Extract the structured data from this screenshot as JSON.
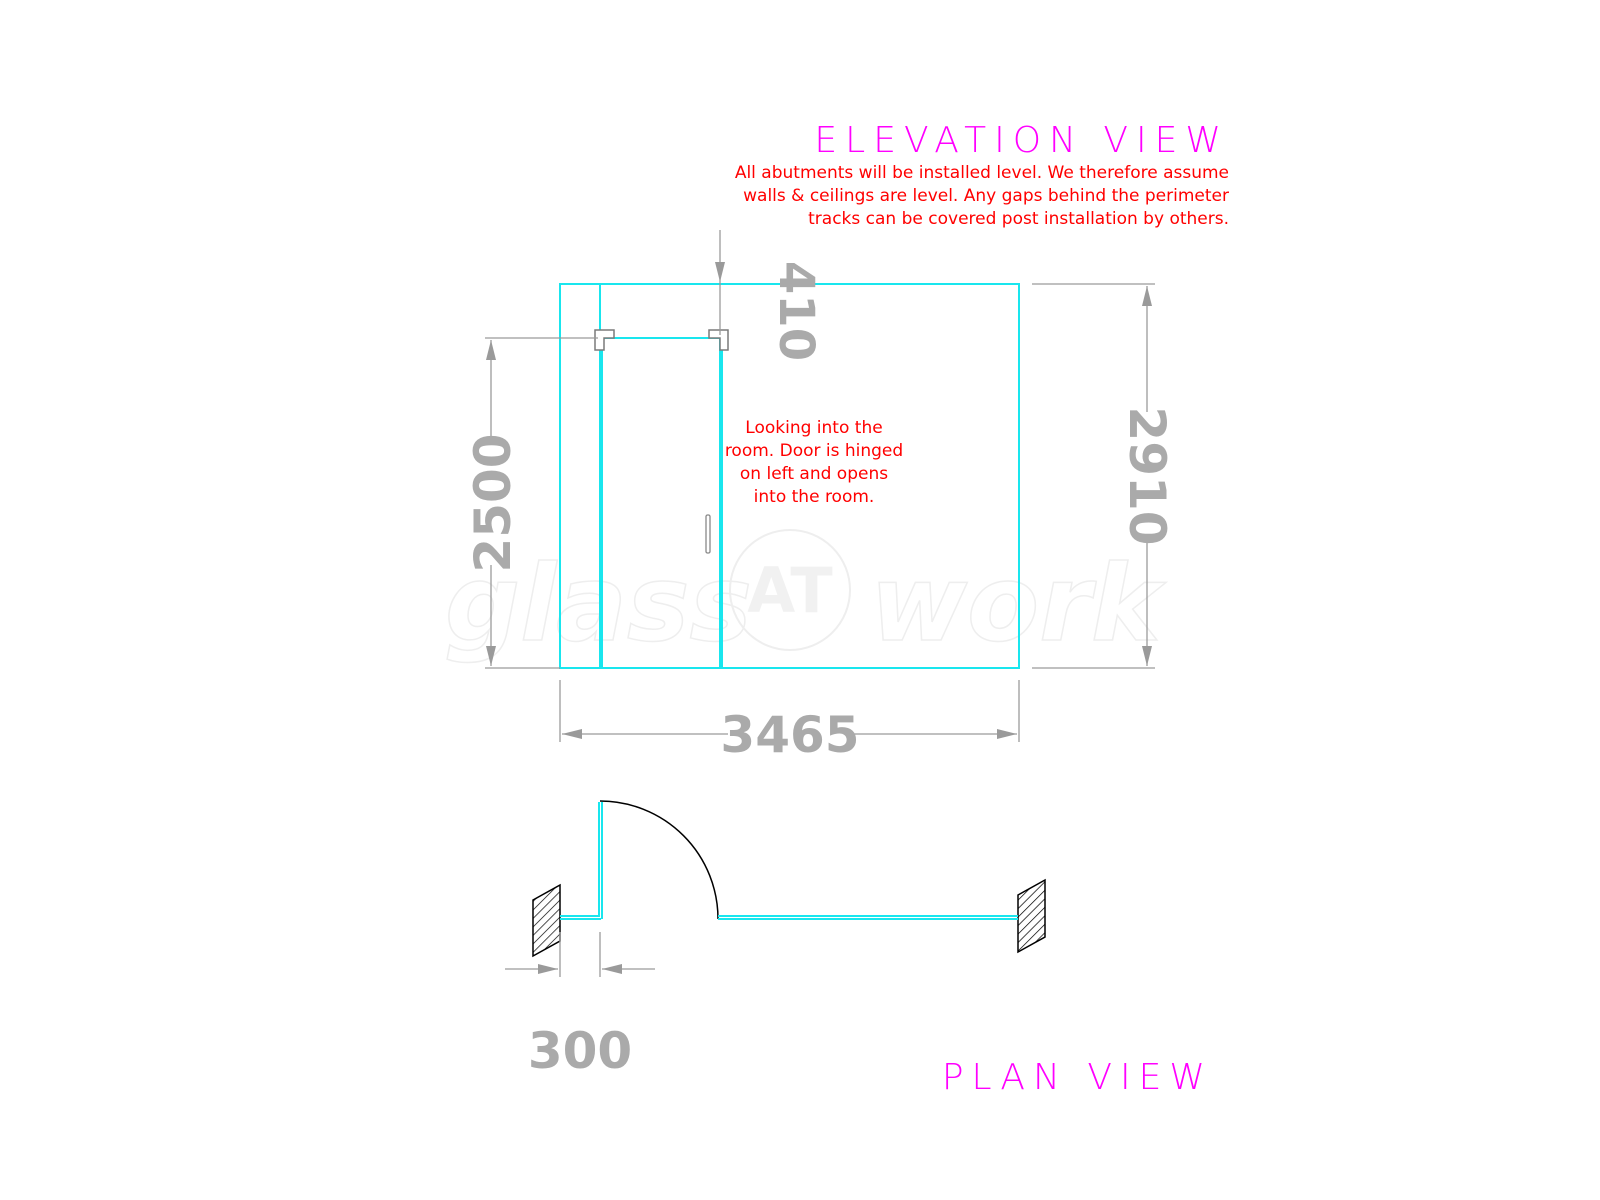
{
  "elevation": {
    "title": "ELEVATION VIEW",
    "note_lines": [
      "All abutments will be installed level. We therefore assume",
      "walls & ceilings are level. Any gaps behind the perimeter",
      "tracks can be covered post installation by others."
    ],
    "door_note_lines": [
      "Looking into the",
      "room. Door is hinged",
      "on left and opens",
      "into the room."
    ],
    "dimensions": {
      "top_panel": "410",
      "door_height": "2500",
      "total_height": "2910",
      "total_width": "3465"
    }
  },
  "plan": {
    "title": "PLAN VIEW",
    "dimensions": {
      "side_panel": "300"
    }
  },
  "watermark": {
    "left": "glass",
    "center": "AT",
    "right": "work"
  },
  "colors": {
    "title": "#ff00ff",
    "note": "#ff0000",
    "glass_outline": "#19e6ee",
    "dimension": "#aaaaaa"
  }
}
